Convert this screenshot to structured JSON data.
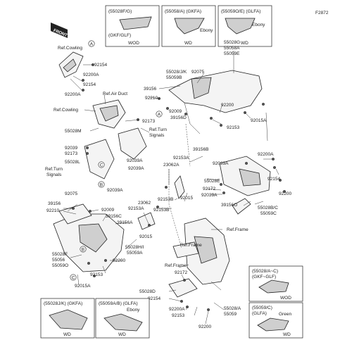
{
  "figure_code": "F2872",
  "front_tag": "FRONT",
  "callouts": [
    "A",
    "B",
    "C"
  ],
  "insets": {
    "top1": {
      "code": "(55028F/G)",
      "sub": "(GKF/GLF)",
      "variant": "WOD"
    },
    "top2": {
      "code": "(55058/A) (GKFA)",
      "note": "Ebony",
      "variant": "WD"
    },
    "top3": {
      "code": "(55059O/E) (GLFA)",
      "note": "Ebony",
      "variant": "WD"
    },
    "br1": {
      "code": "(55028/A~C)",
      "sub": "(GKF~GLF)",
      "variant": "WOD"
    },
    "br2": {
      "code": "(55059/C)",
      "sub": "(GLFA)",
      "note": "Green",
      "variant": "WD"
    },
    "bl1": {
      "code": "(55028J/K) (GKFA)",
      "variant": "WD"
    },
    "bl2": {
      "code": "(55059A/B) (GLFA)",
      "note": "Ebony",
      "variant": "WD"
    }
  },
  "labels": {
    "ref_cowling_1": "Ref.Cowling",
    "ref_cowling_2": "Ref.Cowling",
    "ref_air_duct": "Ref.Air Duct",
    "ref_turn_1": "Ref.Turn",
    "ref_turn_1b": "Signals",
    "ref_turn_2": "Ref.Turn",
    "ref_turn_2b": "Signals",
    "ref_frame_1": "Ref.Frame",
    "ref_frame_2": "Ref.Frame",
    "ref_frame_3": "Ref.Frame",
    "p92154_a": "92154",
    "p92200A_a": "92200A",
    "p92154_b": "92154",
    "p92200A_b": "92200A",
    "p55028GA": "55028G",
    "p55058A": "55058A",
    "p55059E": "55059E",
    "p55028JK": "55028/J/K",
    "p55059B": "55059B",
    "p92075_a": "92075",
    "p39156_a": "39156",
    "p92210_a": "92210",
    "p92009_a": "92009",
    "p39156D": "39156D",
    "p92200_a": "92200",
    "p92153_a": "92153",
    "p92015A_a": "92015A",
    "p92173_a": "92173",
    "p55028M": "55028M",
    "p92039_a": "92039",
    "p92173_b": "92173",
    "p55028L": "55028L",
    "p92039A_a": "92039A",
    "p92039A_b": "92039A",
    "p92039A_c": "92039A",
    "p39156B": "39156B",
    "p92153A_a": "92153A",
    "p23062A": "23062A",
    "p92200A_c": "92200A",
    "p92039A_d": "92039A",
    "p92154_c": "92154",
    "p55028E": "55028E",
    "p92172_a": "92172",
    "p92039A_e": "92039A",
    "p92015_a": "92015",
    "p92153B_a": "92153B",
    "p92200_b": "92200",
    "p39156_b": "39156O",
    "p55028BC": "55028B/C",
    "p55059C": "55059C",
    "p92075_b": "92075",
    "p39156_c": "39156",
    "p92210_b": "92210",
    "p92009_b": "92009",
    "p39156C": "39156C",
    "p23062": "23062",
    "p92153A_b": "92153A",
    "p92153B_b": "92153B",
    "p39156A": "39156A",
    "p92015_b": "92015",
    "p55028HI": "55028H/I",
    "p55059A": "55059A",
    "p55028F": "55028F",
    "p55056": "55056",
    "p55059O": "55059O",
    "p92200_c": "92200",
    "p92153_b": "92153",
    "p92015A_b": "92015A",
    "p92172_b": "92172",
    "p55028D": "55028D",
    "p92154_d": "92154",
    "p92200A_d": "92200A",
    "p92153_c": "92153",
    "p55028A": "55028/A",
    "p55059": "55059",
    "p92200_d": "92200"
  }
}
